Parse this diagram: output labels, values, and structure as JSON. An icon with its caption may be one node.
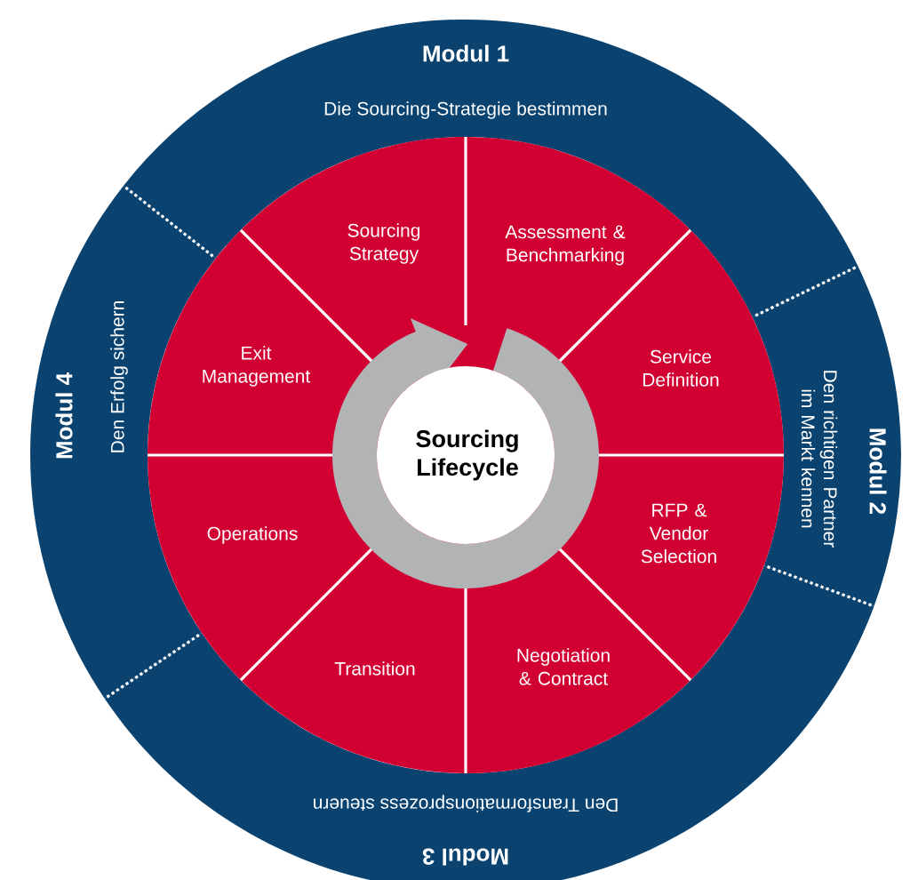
{
  "diagram": {
    "nodes": [
      {
        "text": [
          "Modul 1",
          "Die Sourcing-Strategie bestimmen"
        ]
      },
      {
        "text": [
          "Modul 2",
          "Den richtigen Partner im Markt kennen"
        ]
      },
      {
        "text": [
          "Modul 3",
          "Den Transformationsprozess steuern"
        ]
      },
      {
        "text": [
          "Modul 4",
          "Den Erfolg sichern"
        ]
      },
      {
        "text": [
          "Sourcing Strategy"
        ]
      },
      {
        "text": [
          "Assessment & Benchmarking"
        ]
      },
      {
        "text": [
          "Service Definition"
        ]
      },
      {
        "text": [
          "RFP & Vendor Selection"
        ]
      },
      {
        "text": [
          "Negotiation & Contract"
        ]
      },
      {
        "text": [
          "Transition"
        ]
      },
      {
        "text": [
          "Operations"
        ]
      },
      {
        "text": [
          "Exit Management"
        ]
      },
      {
        "text": [
          "Sourcing Lifecycle"
        ]
      }
    ]
  }
}
